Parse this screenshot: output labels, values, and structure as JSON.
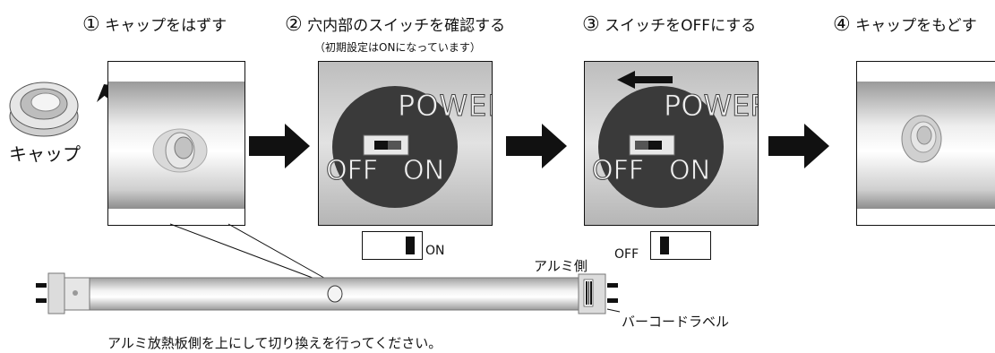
{
  "steps": [
    {
      "num": "①",
      "title": "キャップをはずす"
    },
    {
      "num": "②",
      "title": "穴内部のスイッチを確認する",
      "note": "（初期設定はONになっています）"
    },
    {
      "num": "③",
      "title": "スイッチをOFFにする"
    },
    {
      "num": "④",
      "title": "キャップをもどす"
    }
  ],
  "cap_label": "キャップ",
  "panel_text": {
    "power": "POWER",
    "off": "OFF",
    "on": "ON"
  },
  "switch_on_label": "ON",
  "switch_off_label": "OFF",
  "aluminum_side_label": "アルミ側",
  "barcode_label": "バーコードラベル",
  "instruction": "アルミ放熱板側を上にして切り換えを行ってください。"
}
